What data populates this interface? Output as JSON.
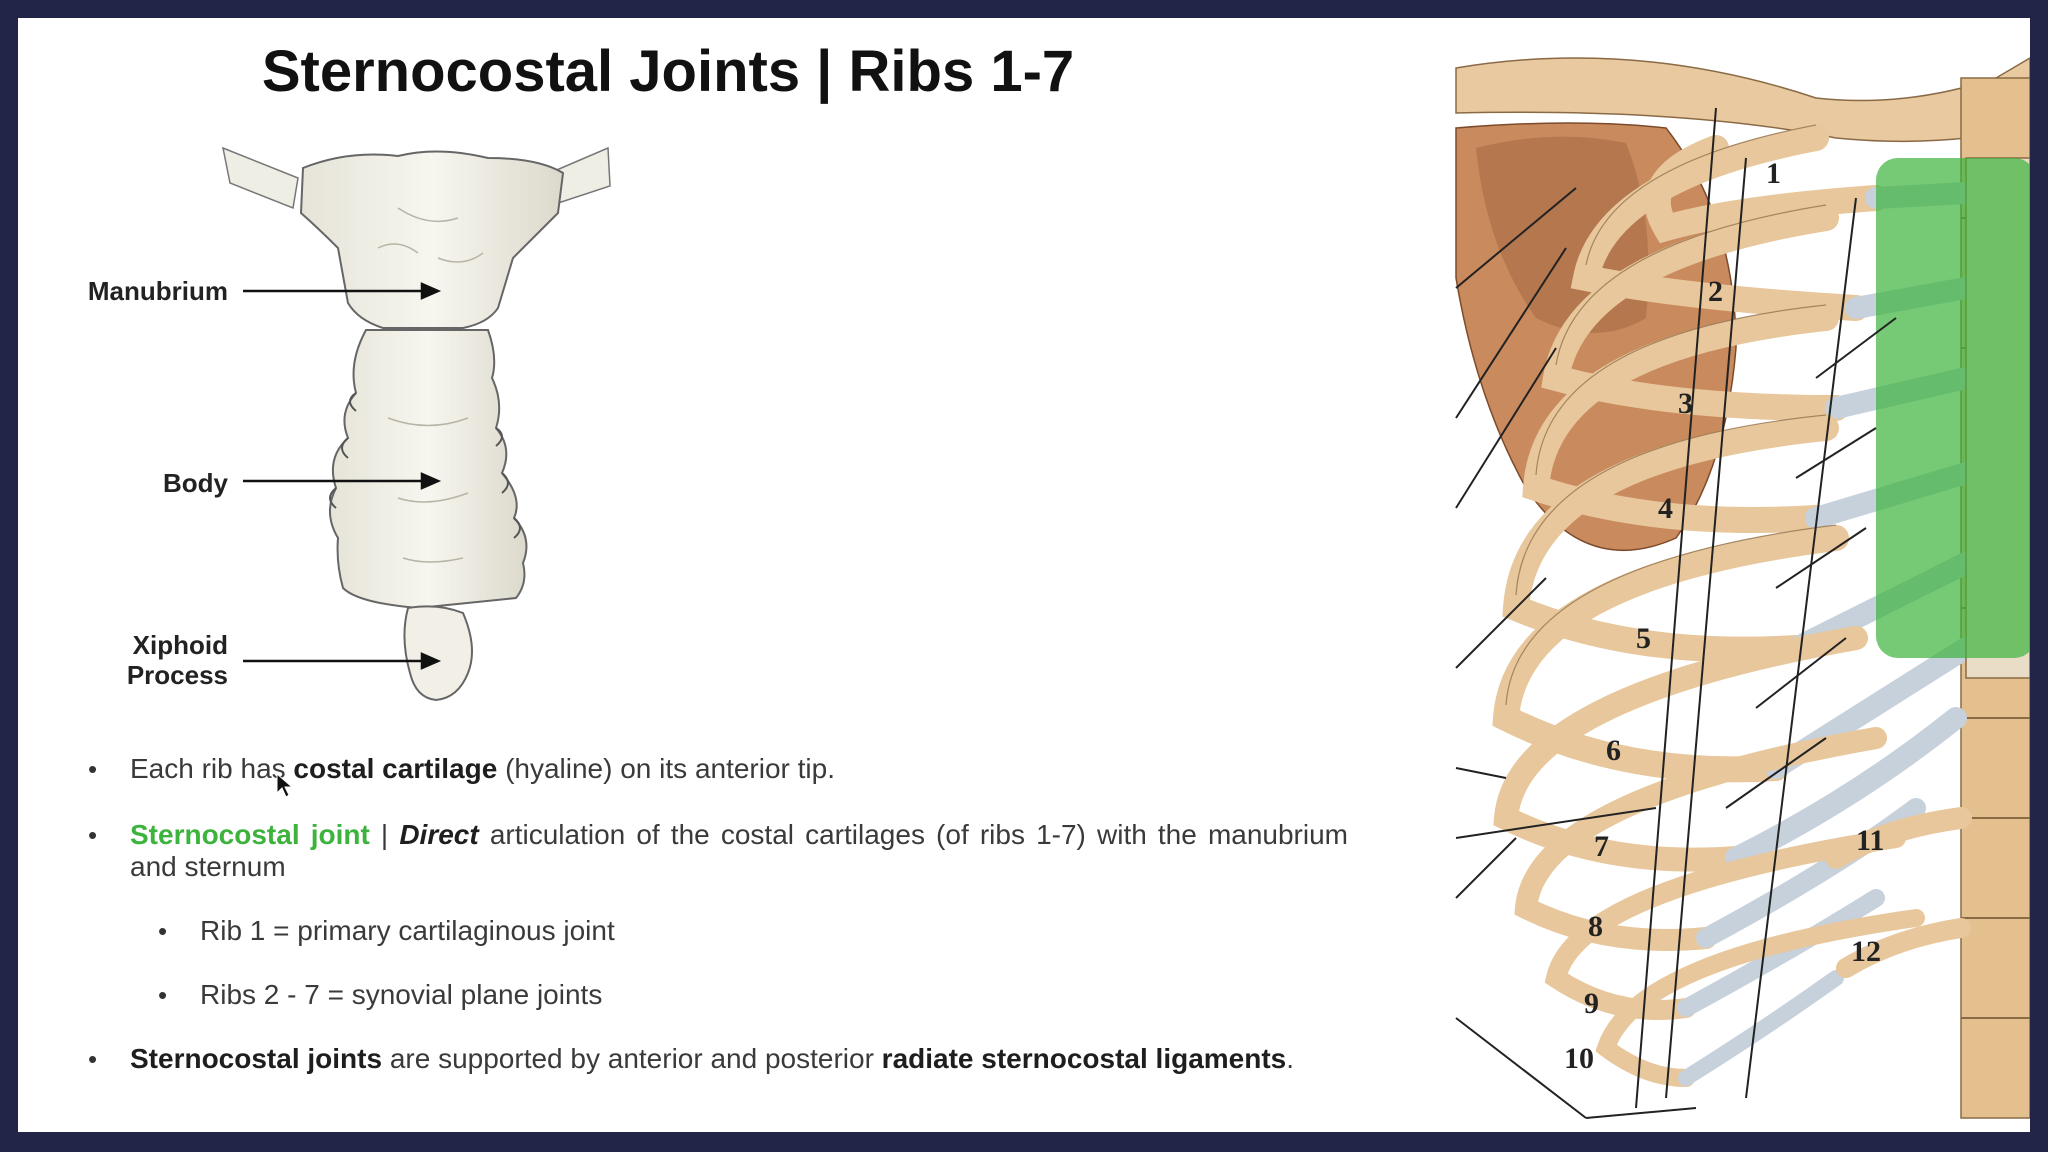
{
  "title": "Sternocostal Joints | Ribs 1-7",
  "sternum_labels": {
    "manubrium": "Manubrium",
    "body": "Body",
    "xiphoid_line1": "Xiphoid",
    "xiphoid_line2": "Process"
  },
  "bullets": {
    "b1": {
      "t1": "Each rib has ",
      "bold": "costal cartilage",
      "t2": " (hyaline) on its anterior tip."
    },
    "b2": {
      "green": "Sternocostal joint",
      "sep": " | ",
      "italic": "Direct",
      "t1": " articulation of the costal cartilages (of ribs 1-7) with the manubrium and sternum"
    },
    "sub1": "Rib 1 = primary cartilaginous joint",
    "sub2": "Ribs 2 - 7 = synovial plane joints",
    "b3": {
      "bold1": "Sternocostal joints",
      "t1": " are supported by anterior and posterior ",
      "bold2": "radiate sternocostal ligaments",
      "t2": "."
    }
  },
  "rib_numbers": [
    "1",
    "2",
    "3",
    "4",
    "5",
    "6",
    "7",
    "8",
    "9",
    "10",
    "11",
    "12"
  ],
  "colors": {
    "highlight": "#3cb33c",
    "bone": "#e7c79b",
    "cartilage": "#c7d1dc",
    "frame": "#232548"
  }
}
